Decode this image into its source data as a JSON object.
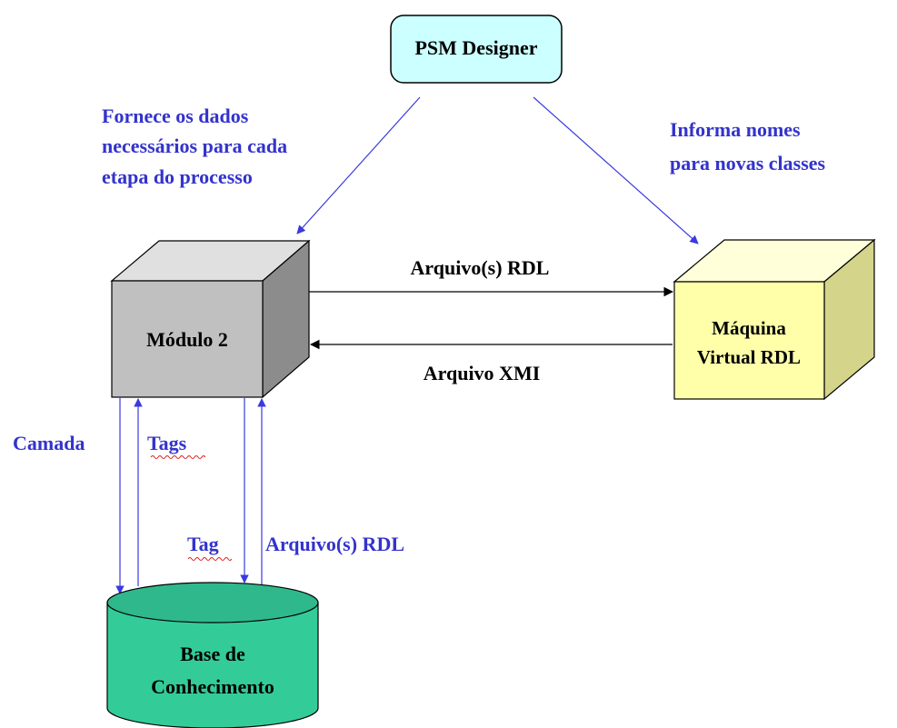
{
  "colors": {
    "edge_blue": "#3a3adf",
    "edge_black": "#000000",
    "note_text": "#3333cc",
    "psm_fill": "#ccffff",
    "modulo_front": "#c0c0c0",
    "modulo_top": "#e0e0e0",
    "modulo_side": "#8c8c8c",
    "maquina_front": "#ffffaa",
    "maquina_top": "#ffffd9",
    "maquina_side": "#d4d48a",
    "base_fill": "#33cc99",
    "base_top": "#2fb88c"
  },
  "nodes": {
    "psm_designer": {
      "label": "PSM Designer"
    },
    "modulo2": {
      "label": "Módulo 2"
    },
    "maquina": {
      "line1": "Máquina",
      "line2": "Virtual RDL"
    },
    "base": {
      "line1": "Base de",
      "line2": "Conhecimento"
    }
  },
  "notes": {
    "fornece": {
      "line1": "Fornece os dados",
      "line2": "necessários para cada",
      "line3": "etapa do processo"
    },
    "informa": {
      "line1": "Informa nomes",
      "line2": "para novas classes"
    }
  },
  "edges": {
    "arquivo_rdl_top": "Arquivo(s) RDL",
    "arquivo_xmi": "Arquivo XMI",
    "camada": "Camada",
    "tags": "Tags",
    "tag": "Tag",
    "arquivo_rdl_bottom": "Arquivo(s) RDL"
  }
}
